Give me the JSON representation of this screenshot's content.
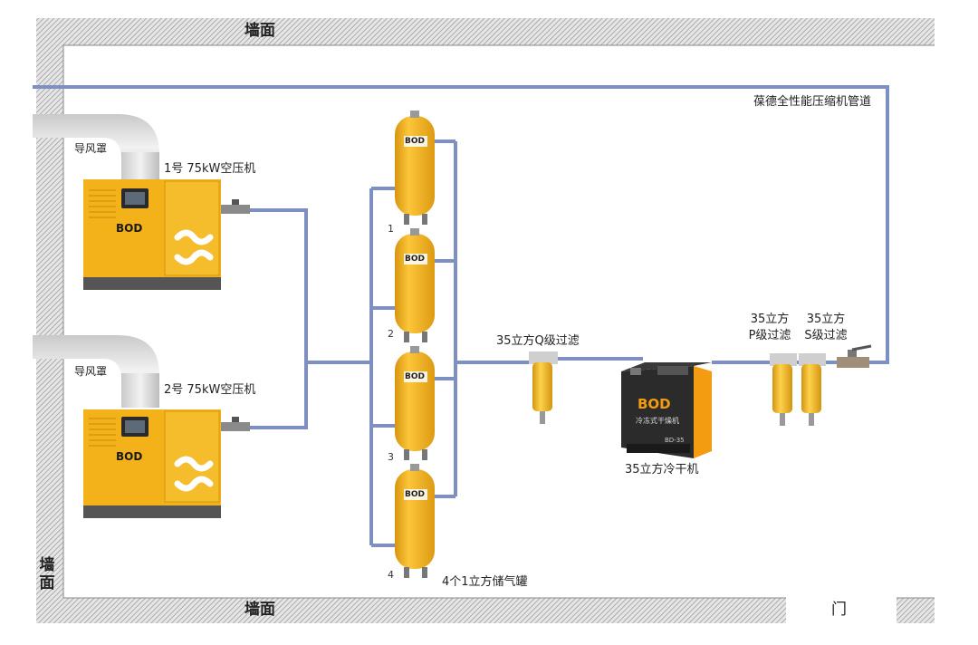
{
  "walls": {
    "top": "墙面",
    "bottom": "墙面",
    "left": "墙面",
    "door": "门"
  },
  "pipeline_label": "葆德全性能压缩机管道",
  "compressors": [
    {
      "label": "1号 75kW空压机",
      "duct_label": "导风罩",
      "brand": "BOD"
    },
    {
      "label": "2号 75kW空压机",
      "duct_label": "导风罩",
      "brand": "BOD"
    }
  ],
  "tanks": {
    "numbers": [
      "1",
      "2",
      "3",
      "4"
    ],
    "label": "4个1立方储气罐",
    "brand": "BOD"
  },
  "q_filter": {
    "label": "35立方Q级过滤"
  },
  "dryer": {
    "label": "35立方冷干机",
    "brand": "BOD",
    "sub": "冷冻式干燥机",
    "model": "BD-35"
  },
  "p_filter": {
    "label_line1": "35立方",
    "label_line2": "P级过滤"
  },
  "s_filter": {
    "label_line1": "35立方",
    "label_line2": "S级过滤"
  },
  "colors": {
    "pipe": "#7e8fc2",
    "machine_yellow": "#f3b21a",
    "tank_yellow": "#f2b51d",
    "wall_hatch": "#b8b8b8",
    "dryer_dark": "#2b2b2b",
    "dryer_orange": "#f39c12"
  }
}
